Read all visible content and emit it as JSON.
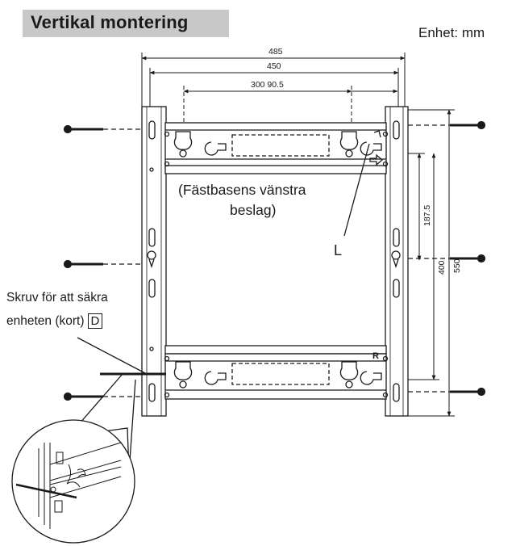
{
  "title": "Vertikal montering",
  "unit": "Enhet: mm",
  "dimensions": {
    "total_width": "485",
    "inner_width": "450",
    "hole_spacing": "300 90.5",
    "height_short": "187.5",
    "height_mid": "400",
    "height_total": "550"
  },
  "callout_bracket": {
    "line1": "(Fästbasens vänstra",
    "line2": "beslag)"
  },
  "letter_left": "L",
  "letter_right": "R",
  "screw_note": {
    "line1": "Skruv för att säkra",
    "line2": "enheten (kort)",
    "marker": "D"
  },
  "colors": {
    "ink": "#1a1a1a",
    "title_band": "#c8c8c8"
  }
}
